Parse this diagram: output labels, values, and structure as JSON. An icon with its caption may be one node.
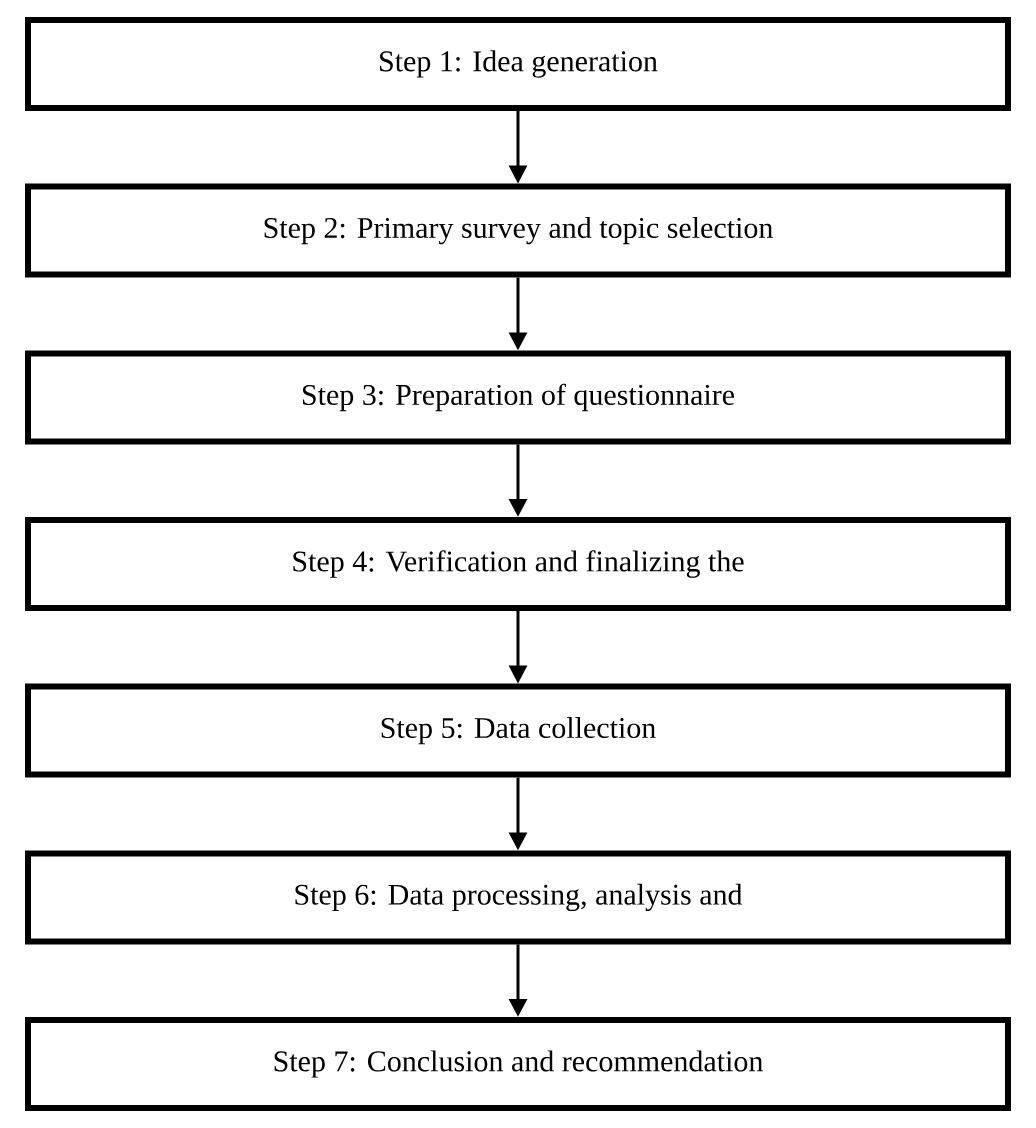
{
  "diagram": {
    "nodes": [
      {
        "text": [
          "Step 1: Idea generation"
        ]
      },
      {
        "text": [
          "Step 2: Primary survey and topic selection"
        ]
      },
      {
        "text": [
          "Step 3: Preparation of questionnaire"
        ]
      },
      {
        "text": [
          "Step 4: Verification and finalizing the"
        ]
      },
      {
        "text": [
          "Step 5: Data collection"
        ]
      },
      {
        "text": [
          "Step 6: Data processing, analysis and"
        ]
      },
      {
        "text": [
          "Step 7: Conclusion and recommendation"
        ]
      }
    ],
    "edges": [
      {
        "from": 0,
        "to": 1,
        "arrow": "to"
      },
      {
        "from": 1,
        "to": 2,
        "arrow": "to"
      },
      {
        "from": 2,
        "to": 3,
        "arrow": "to"
      },
      {
        "from": 3,
        "to": 4,
        "arrow": "to"
      },
      {
        "from": 4,
        "to": 5,
        "arrow": "to"
      },
      {
        "from": 5,
        "to": 6,
        "arrow": "to"
      }
    ]
  }
}
